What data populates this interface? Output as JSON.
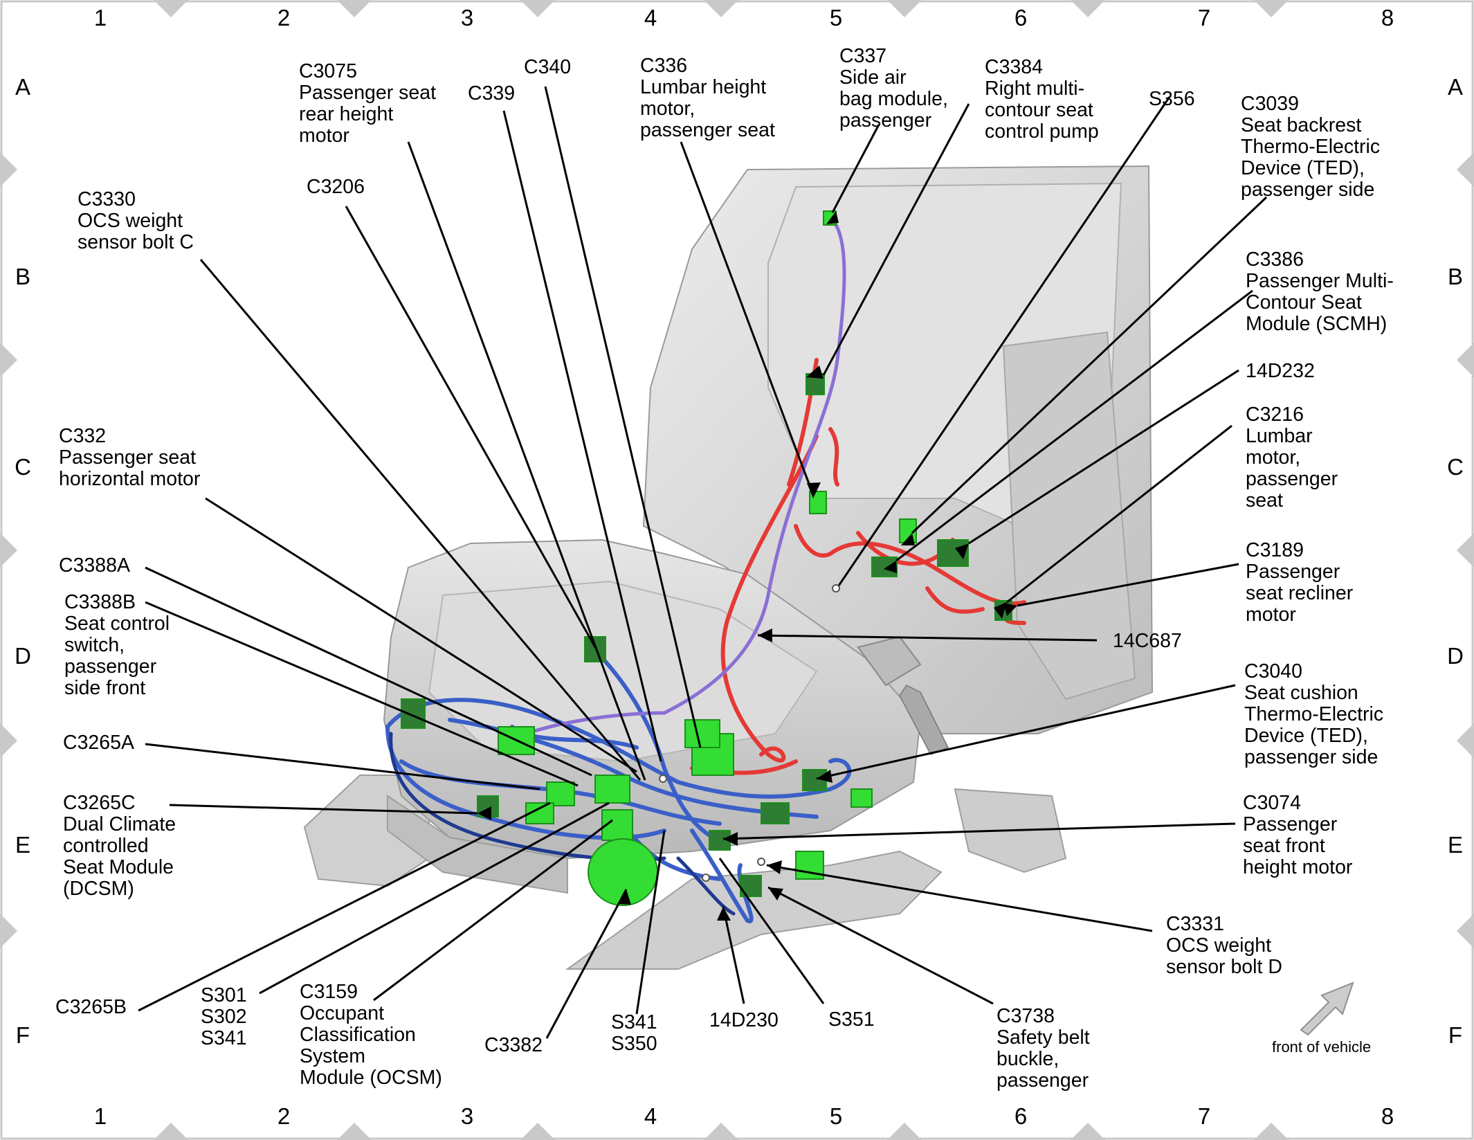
{
  "grid": {
    "columns": [
      "1",
      "2",
      "3",
      "4",
      "5",
      "6",
      "7",
      "8"
    ],
    "rows": [
      "A",
      "B",
      "C",
      "D",
      "E",
      "F"
    ]
  },
  "labels": {
    "c3075": "C3075\nPassenger seat\nrear height\nmotor",
    "c340": "C340",
    "c339": "C339",
    "c336": "C336\nLumbar height\nmotor,\npassenger seat",
    "c337": "C337\nSide air\nbag module,\npassenger",
    "c3384": "C3384\nRight multi-\ncontour seat\ncontrol pump",
    "s356": "S356",
    "c3039": "C3039\nSeat backrest\nThermo-Electric\nDevice (TED),\npassenger side",
    "c3330": "C3330\nOCS weight\nsensor bolt C",
    "c3206": "C3206",
    "c3386": "C3386\nPassenger Multi-\nContour Seat\nModule (SCMH)",
    "d14d232": "14D232",
    "c3216": "C3216\nLumbar\nmotor,\npassenger\nseat",
    "c332": "C332\nPassenger seat\nhorizontal motor",
    "c3189": "C3189\nPassenger\nseat recliner\nmotor",
    "c3388a": "C3388A",
    "c3388b": "C3388B\nSeat control\nswitch,\npassenger\nside front",
    "d14c687": "14C687",
    "c3040": "C3040\nSeat cushion\nThermo-Electric\nDevice (TED),\npassenger side",
    "c3265a": "C3265A",
    "c3265c": "C3265C\nDual Climate\ncontrolled\nSeat Module\n(DCSM)",
    "c3074": "C3074\nPassenger\nseat front\nheight motor",
    "c3331": "C3331\nOCS weight\nsensor bolt D",
    "c3265b": "C3265B",
    "s301": "S301\nS302\nS341",
    "c3159": "C3159\nOccupant\nClassification\nSystem\nModule (OCSM)",
    "c3382": "C3382",
    "s341": "S341\nS350",
    "d14d230": "14D230",
    "s351": "S351",
    "c3738": "C3738\nSafety belt\nbuckle,\npassenger"
  },
  "front_of_vehicle": "front of vehicle",
  "colors": {
    "connector": "#33dd33",
    "connector_dark": "#2e7d32",
    "harness_blue": "#3a5fc8",
    "harness_red": "#e53935",
    "harness_purple": "#8a6fd6",
    "seat_gray": "#d4d4d4",
    "border_gray": "#c8c8c8"
  }
}
